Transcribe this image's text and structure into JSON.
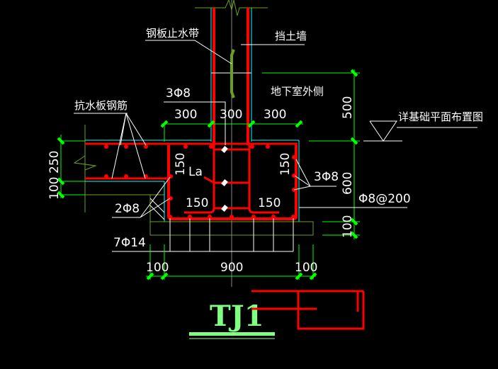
{
  "drawing": {
    "title": "TJ1",
    "labels": {
      "water_stop": "钢板止水带",
      "retaining_wall": "挡土墙",
      "basement_outside": "地下室外侧",
      "top_rebar": "3Φ8",
      "slab_rebar": "抗水板钢筋",
      "see_foundation_plan": "详基础平面布置图",
      "side_rebar": "3Φ8",
      "stirrup": "Φ8@200",
      "corner_rebar": "2Φ8",
      "bottom_rebar": "7Φ14",
      "anchor_len": "La",
      "anchor_150": "150",
      "inner_150_left": "150",
      "inner_150_right": "150",
      "side_150": "150"
    },
    "dimensions": {
      "top": [
        "300",
        "300",
        "300"
      ],
      "bottom": [
        "100",
        "900",
        "100"
      ],
      "right": [
        "500",
        "600",
        "100"
      ],
      "left": [
        "250",
        "100"
      ]
    },
    "colors": {
      "rebar": "#ff0000",
      "dimension": "#00ff00",
      "outline": "#00ffff",
      "title": "#80ff80"
    }
  }
}
